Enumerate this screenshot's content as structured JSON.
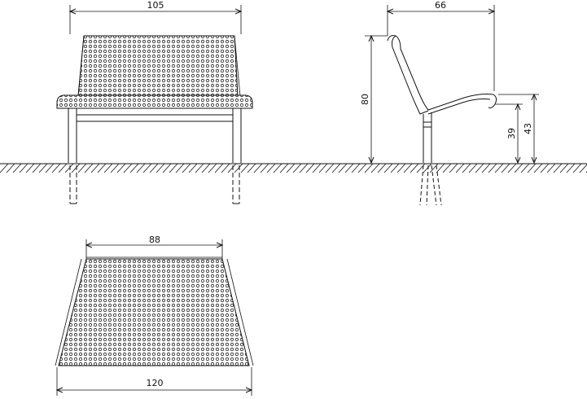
{
  "front_view": {
    "width_label": "105"
  },
  "side_view": {
    "depth_label": "66",
    "height_label": "80",
    "seat_height_front_label": "43",
    "seat_height_rear_label": "39"
  },
  "top_view": {
    "back_width_label": "88",
    "front_width_label": "120"
  }
}
